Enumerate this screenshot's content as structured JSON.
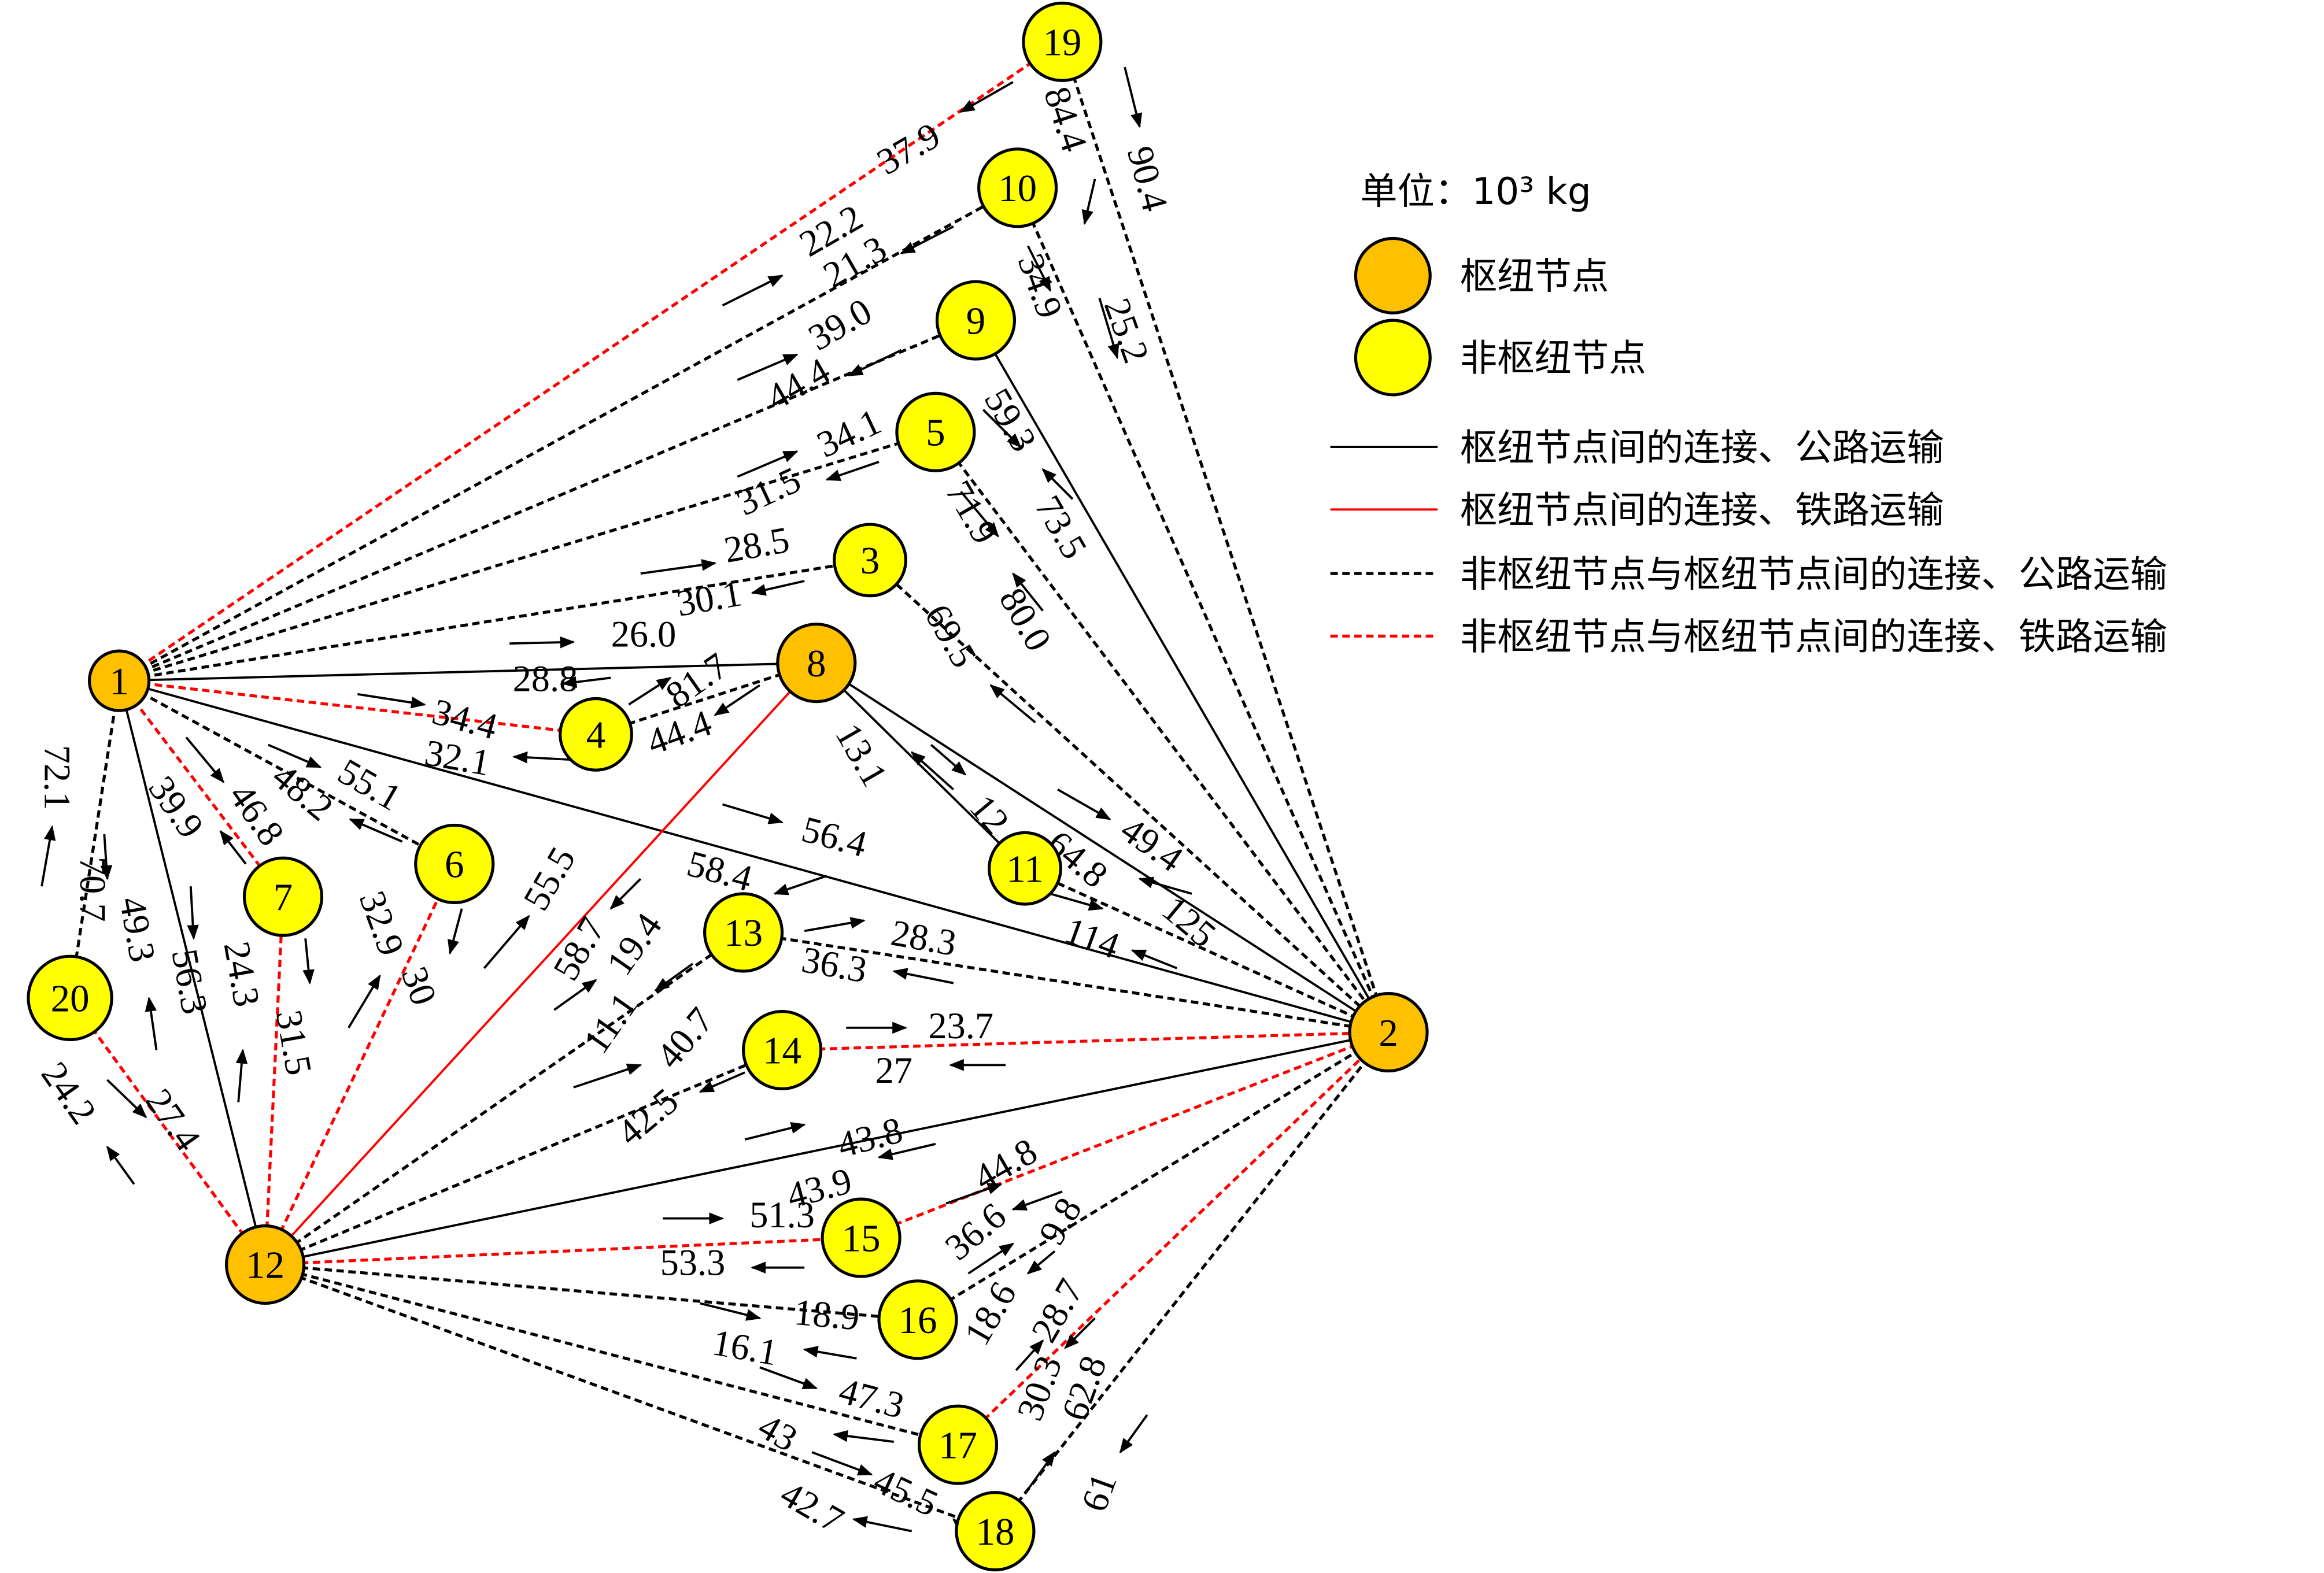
{
  "legend": {
    "unit": "单位：10³ kg",
    "hub": "枢纽节点",
    "non_hub": "非枢纽节点",
    "hub_road": "枢纽节点间的连接、公路运输",
    "hub_rail": "枢纽节点间的连接、铁路运输",
    "nonhub_road": "非枢纽节点与枢纽节点间的连接、公路运输",
    "nonhub_rail": "非枢纽节点与枢纽节点间的连接、铁路运输"
  },
  "colors": {
    "hub": "#FFC000",
    "non_hub": "#FFFF00",
    "road": "#000000",
    "rail": "#FF0000"
  },
  "nodes": [
    {
      "id": "1",
      "hub": true
    },
    {
      "id": "2",
      "hub": true
    },
    {
      "id": "3",
      "hub": false
    },
    {
      "id": "4",
      "hub": false
    },
    {
      "id": "5",
      "hub": false
    },
    {
      "id": "6",
      "hub": false
    },
    {
      "id": "7",
      "hub": false
    },
    {
      "id": "8",
      "hub": true
    },
    {
      "id": "9",
      "hub": false
    },
    {
      "id": "10",
      "hub": false
    },
    {
      "id": "11",
      "hub": false
    },
    {
      "id": "12",
      "hub": true
    },
    {
      "id": "13",
      "hub": false
    },
    {
      "id": "14",
      "hub": false
    },
    {
      "id": "15",
      "hub": false
    },
    {
      "id": "16",
      "hub": false
    },
    {
      "id": "17",
      "hub": false
    },
    {
      "id": "18",
      "hub": false
    },
    {
      "id": "19",
      "hub": false
    },
    {
      "id": "20",
      "hub": false
    }
  ],
  "edges": [
    {
      "from": "1",
      "to": "19",
      "type": "nonhub_rail"
    },
    {
      "from": "1",
      "to": "10",
      "type": "nonhub_road"
    },
    {
      "from": "1",
      "to": "9",
      "type": "nonhub_road"
    },
    {
      "from": "1",
      "to": "5",
      "type": "nonhub_road"
    },
    {
      "from": "1",
      "to": "3",
      "type": "nonhub_road"
    },
    {
      "from": "1",
      "to": "8",
      "type": "hub_road"
    },
    {
      "from": "1",
      "to": "4",
      "type": "nonhub_rail"
    },
    {
      "from": "1",
      "to": "2",
      "type": "hub_road"
    },
    {
      "from": "1",
      "to": "6",
      "type": "nonhub_road"
    },
    {
      "from": "1",
      "to": "7",
      "type": "nonhub_rail"
    },
    {
      "from": "1",
      "to": "20",
      "type": "nonhub_road"
    },
    {
      "from": "1",
      "to": "12",
      "type": "hub_road"
    },
    {
      "from": "19",
      "to": "2",
      "type": "nonhub_road"
    },
    {
      "from": "10",
      "to": "2",
      "type": "nonhub_road"
    },
    {
      "from": "9",
      "to": "2",
      "type": "hub_road"
    },
    {
      "from": "5",
      "to": "2",
      "type": "nonhub_road"
    },
    {
      "from": "3",
      "to": "2",
      "type": "nonhub_road"
    },
    {
      "from": "8",
      "to": "4",
      "type": "nonhub_road"
    },
    {
      "from": "8",
      "to": "11",
      "type": "hub_road"
    },
    {
      "from": "8",
      "to": "2",
      "type": "hub_road"
    },
    {
      "from": "8",
      "to": "12",
      "type": "hub_rail"
    },
    {
      "from": "11",
      "to": "2",
      "type": "nonhub_road"
    },
    {
      "from": "13",
      "to": "2",
      "type": "nonhub_road"
    },
    {
      "from": "14",
      "to": "2",
      "type": "nonhub_rail"
    },
    {
      "from": "12",
      "to": "2",
      "type": "hub_road"
    },
    {
      "from": "15",
      "to": "2",
      "type": "nonhub_rail"
    },
    {
      "from": "16",
      "to": "2",
      "type": "nonhub_road"
    },
    {
      "from": "17",
      "to": "2",
      "type": "nonhub_rail"
    },
    {
      "from": "18",
      "to": "2",
      "type": "nonhub_road"
    },
    {
      "from": "12",
      "to": "13",
      "type": "nonhub_road"
    },
    {
      "from": "12",
      "to": "14",
      "type": "nonhub_road"
    },
    {
      "from": "12",
      "to": "15",
      "type": "nonhub_rail"
    },
    {
      "from": "12",
      "to": "16",
      "type": "nonhub_road"
    },
    {
      "from": "12",
      "to": "17",
      "type": "nonhub_road"
    },
    {
      "from": "12",
      "to": "18",
      "type": "nonhub_road"
    },
    {
      "from": "12",
      "to": "7",
      "type": "nonhub_rail"
    },
    {
      "from": "12",
      "to": "6",
      "type": "nonhub_rail"
    },
    {
      "from": "12",
      "to": "20",
      "type": "nonhub_rail"
    }
  ],
  "flow_labels": [
    "37.9",
    "90.4",
    "84.4",
    "22.2",
    "21.3",
    "34.9",
    "25.2",
    "39.0",
    "44.4",
    "34.1",
    "31.5",
    "59.3",
    "73.5",
    "71.9",
    "80.0",
    "28.5",
    "30.1",
    "69.5",
    "26.0",
    "28.8",
    "81.7",
    "34.4",
    "32.1",
    "44.4",
    "13.1",
    "12",
    "49.4",
    "55.1",
    "48.2",
    "46.8",
    "39.9",
    "56.4",
    "64.8",
    "125",
    "114",
    "72.1",
    "70.7",
    "49.3",
    "56.3",
    "24.3",
    "31.5",
    "32.9",
    "30",
    "55.5",
    "58.4",
    "28.3",
    "58.7",
    "19.4",
    "36.3",
    "11.1",
    "40.7",
    "23.7",
    "27",
    "42.5",
    "43.8",
    "43.9",
    "44.8",
    "51.3",
    "36.6",
    "9.8",
    "53.3",
    "18.9",
    "18.6",
    "28.7",
    "16.1",
    "47.3",
    "30.3",
    "62.8",
    "43",
    "45.5",
    "61",
    "42.7",
    "24.2",
    "27.4"
  ]
}
